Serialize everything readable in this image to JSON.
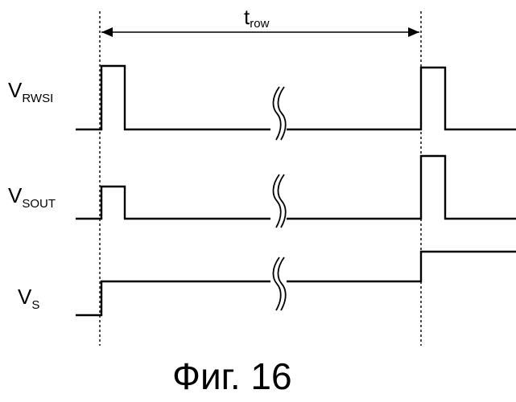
{
  "period": {
    "main": "t",
    "sub": "row"
  },
  "signals": [
    {
      "main": "V",
      "sub": "RWSI"
    },
    {
      "main": "V",
      "sub": "SOUT"
    },
    {
      "main": "V",
      "sub": "S"
    }
  ],
  "caption": "Фиг. 16"
}
